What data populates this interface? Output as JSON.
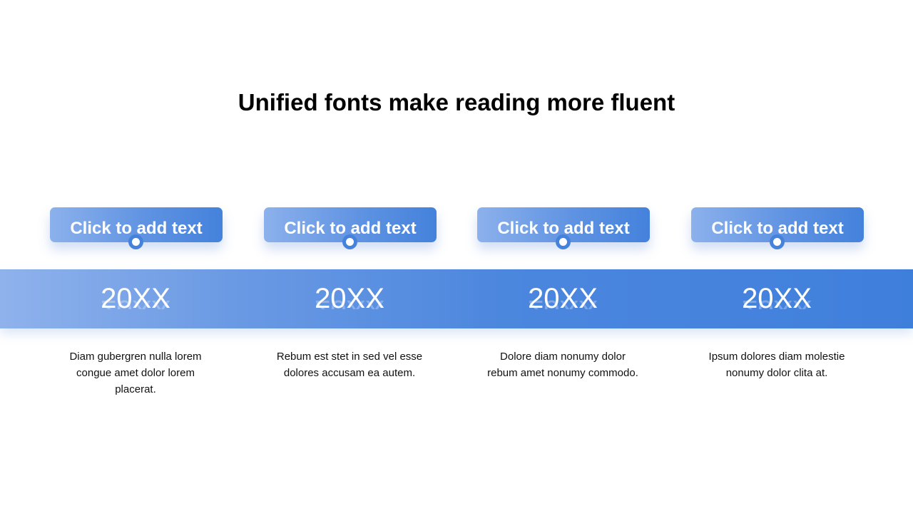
{
  "title": "Unified fonts make reading more fluent",
  "accent_color": "#4482dc",
  "items": [
    {
      "label": "Click to add text",
      "year": "20XX",
      "description": "Diam gubergren nulla lorem congue amet dolor lorem placerat."
    },
    {
      "label": "Click to add text",
      "year": "20XX",
      "description": "Rebum est stet in sed vel esse dolores accusam ea autem."
    },
    {
      "label": "Click to add text",
      "year": "20XX",
      "description": "Dolore diam nonumy dolor rebum amet nonumy commodo."
    },
    {
      "label": "Click to add text",
      "year": "20XX",
      "description": "Ipsum dolores diam molestie nonumy dolor clita at."
    }
  ]
}
